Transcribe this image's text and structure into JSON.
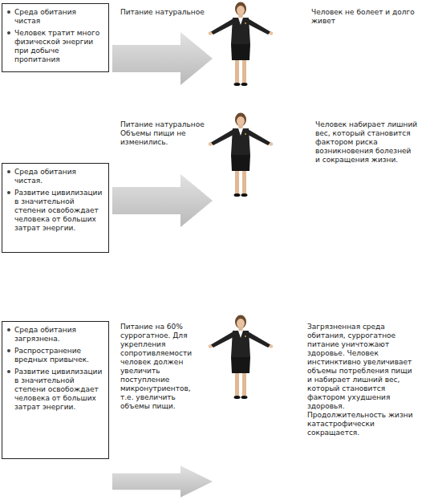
{
  "diagram": {
    "nodes": [
      {
        "text": [
          "Среда обитания чистая",
          "Человек тратит много физической энергии при добыче пропитания"
        ]
      },
      {
        "text": [
          "Среда обитания чистая.",
          "Развитие цивилизации в значительной степени освобождает человека от больших затрат энергии."
        ]
      },
      {
        "text": [
          "Среда обитания загрязнена.",
          "Распространение вредных привычек.",
          "Развитие цивилизации в значительной степени освобождает человека от больших затрат энергии."
        ]
      }
    ],
    "labels": [
      "Питание натуральное",
      "Человек не болеет и долго живет",
      "Питание натуральное Объемы пищи не изменились.",
      "Человек набирает лишний вес, который становится фактором риска возникновения болезней и сокращения жизни.",
      "Питание на 60% суррогатное. Для укрепления сопротивляемости человек должен увеличить поступление микронутриентов, т.е. увеличить объемы пищи.",
      "Загрязненная среда обитания, суррогатное питание уничтожают здоровье. Человек инстинктивно увеличивает объемы потребления пищи и набирает лишний вес, который становится фактором ухудшения здоровья. Продолжительность жизни катастрофически сокращается."
    ]
  }
}
